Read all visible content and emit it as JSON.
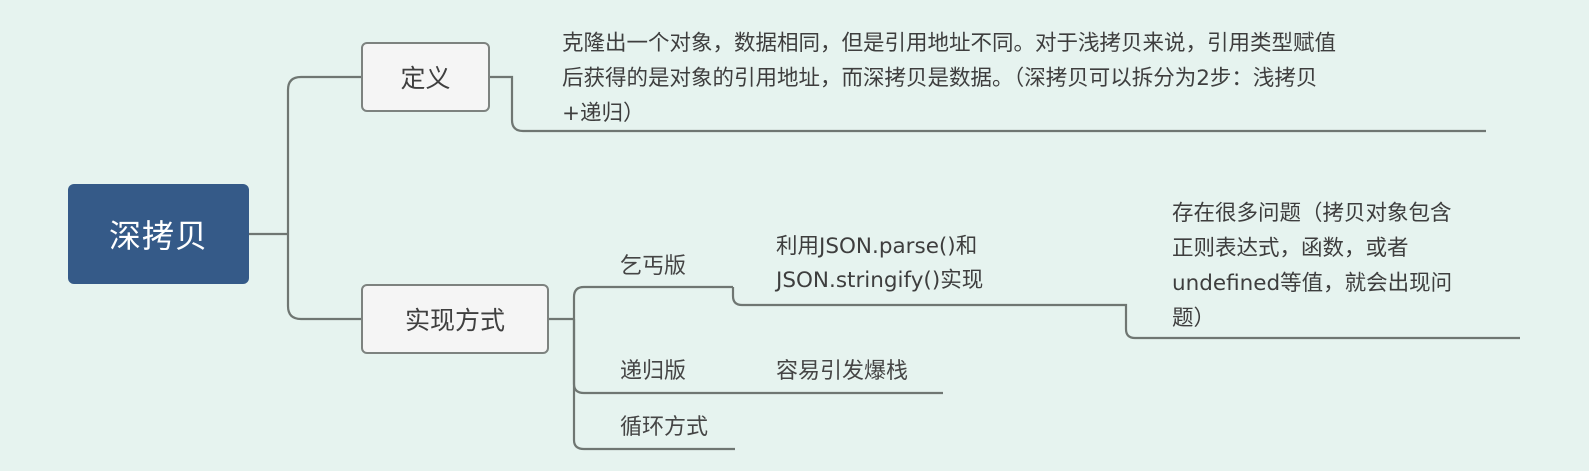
{
  "mindmap": {
    "root": {
      "label": "深拷贝",
      "color": "#355a88"
    },
    "branches": [
      {
        "label": "定义",
        "children": [
          {
            "lines": [
              "克隆出一个对象，数据相同，但是引用地址不同。对于浅拷贝来说，引用类型赋值",
              "后获得的是对象的引用地址，而深拷贝是数据。（深拷贝可以拆分为2步：浅拷贝",
              "+递归）"
            ]
          }
        ]
      },
      {
        "label": "实现方式",
        "children": [
          {
            "label": "乞丐版",
            "detail": {
              "lines": [
                "利用JSON.parse()和",
                "JSON.stringify()实现"
              ]
            },
            "note": {
              "lines": [
                "存在很多问题（拷贝对象包含",
                "正则表达式，函数，或者",
                "undefined等值，就会出现问",
                "题）"
              ]
            }
          },
          {
            "label": "递归版",
            "detail": {
              "lines": [
                "容易引发爆栈"
              ]
            }
          },
          {
            "label": "循环方式"
          }
        ]
      }
    ]
  },
  "colors": {
    "background": "#e6f3ef",
    "connector": "#6f7672",
    "topic_fill": "#f5f5f5",
    "topic_border": "#7d827f"
  }
}
